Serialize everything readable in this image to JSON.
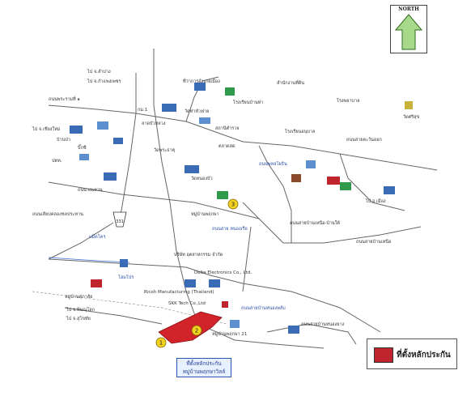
{
  "north_arrow": {
    "text": "NORTH"
  },
  "legend": {
    "label": "ที่ตั้งหลักประกัน",
    "color": "#c0242c"
  },
  "callout": {
    "line1": "ที่ตั้งหลักประกัน",
    "line2": "หมู่บ้านพฤกษาวิลล์"
  },
  "markers": [
    "1",
    "2",
    "3"
  ],
  "labels": {
    "to_lampang": "ไป จ.ลำปาง",
    "to_kamphaengphet": "ไป จ.กำแพงเพชร",
    "to_chiangmai": "ไป จ.เชียงใหม่",
    "to_phitsanulok": "ไป จ.พิษณุโลก",
    "to_sukhothai": "ไป จ.สุโขทัย",
    "road_prakan": "ถนนพระรามที่ ๑",
    "amphoe_muang": "ที่ว่าการอำเภอเมือง",
    "wat_tha_hua": "วัดท่าหัวฟาย",
    "school_tha": "โรงเรียนบ้านท่า",
    "police": "สถานีตำรวจ",
    "lat_bua_luang": "ลาดบัวหลวง",
    "wat_1": "วัดพระธาตุ",
    "ban_pa": "บ้านป่า",
    "road_main": "ถนนพหลโยธิน",
    "makro": "แม็คโคร",
    "home_pro": "โฮมโปร",
    "bigc": "บิ๊กซี",
    "pttstation": "ปตท.",
    "road_ring": "ถนนวงแหวน",
    "dept_land": "สำนักงานที่ดิน",
    "road_nong": "ถนนสาย หนองเรือ",
    "village_pruksa": "หมู่บ้านพฤกษา",
    "wat_nong": "วัดหนองบัว",
    "road_lower": "ถนนสายบ้านเหนือ-บ้านใต้",
    "school_2": "โรงเรียนอนุบาล",
    "hospital": "โรงพยาบาล",
    "road_east": "ถนนสายตะวันออก",
    "road_canal": "ถนนเลียบคลองชลประทาน",
    "market": "ตลาดสด",
    "temple_3": "วัดศรีสุข",
    "factory_1": "บริษัท อุตสาหกรรม จำกัด",
    "factory_2": "Delta Electronics Co., Ltd.",
    "factory_3": "Ricoh Manufacturing (Thailand)",
    "factory_4": "SKK Tech Co.,Ltd",
    "road_sw": "ถนนสายบ้านหนองพลับ",
    "village_2": "หมู่บ้านศุภาลัย",
    "village_3": "หมู่บ้านพฤกษา 21",
    "km_331": "331",
    "kmark": "กม.1",
    "road_right": "ถนนสายบ้านเหนือ",
    "to_east": "ไป อ.เมือง",
    "bottom_road": "ถนนสายบ้านหนองยาง"
  }
}
